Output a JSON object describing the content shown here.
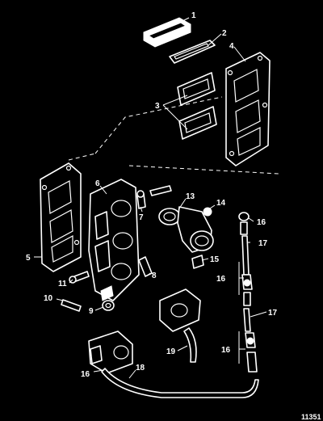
{
  "callouts": {
    "c1": "1",
    "c2": "2",
    "c3": "3",
    "c4": "4",
    "c5": "5",
    "c6": "6",
    "c7": "7",
    "c8": "8",
    "c9": "9",
    "c10": "10",
    "c11": "11",
    "c13": "13",
    "c14": "14",
    "c15": "15",
    "c16a": "16",
    "c16b": "16",
    "c16c": "16",
    "c16d": "16",
    "c17a": "17",
    "c17b": "17",
    "c18": "18",
    "c19": "19"
  },
  "drawing_number": "11351"
}
